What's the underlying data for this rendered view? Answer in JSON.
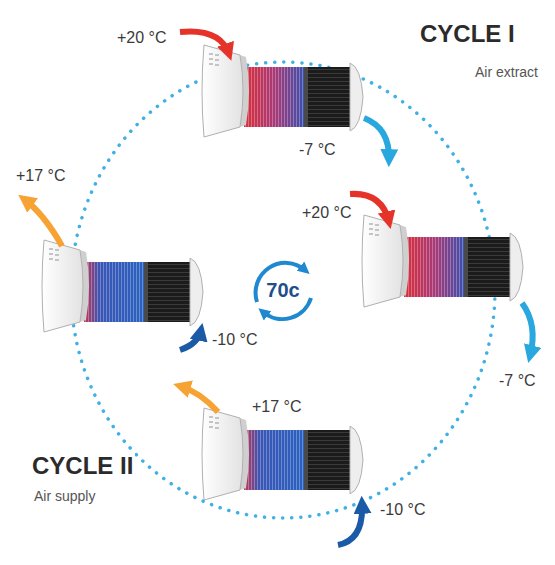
{
  "diagram": {
    "nodes": [
      {
        "text": [
          "70c"
        ]
      }
    ],
    "labels": [
      "+20 °C",
      "CYCLE I",
      "Air extract",
      "-7 °C",
      "+17 °C",
      "+20 °C",
      "-10 °C",
      "-7 °C",
      "+17 °C",
      "CYCLE II",
      "Air supply",
      "-10 °C"
    ]
  }
}
